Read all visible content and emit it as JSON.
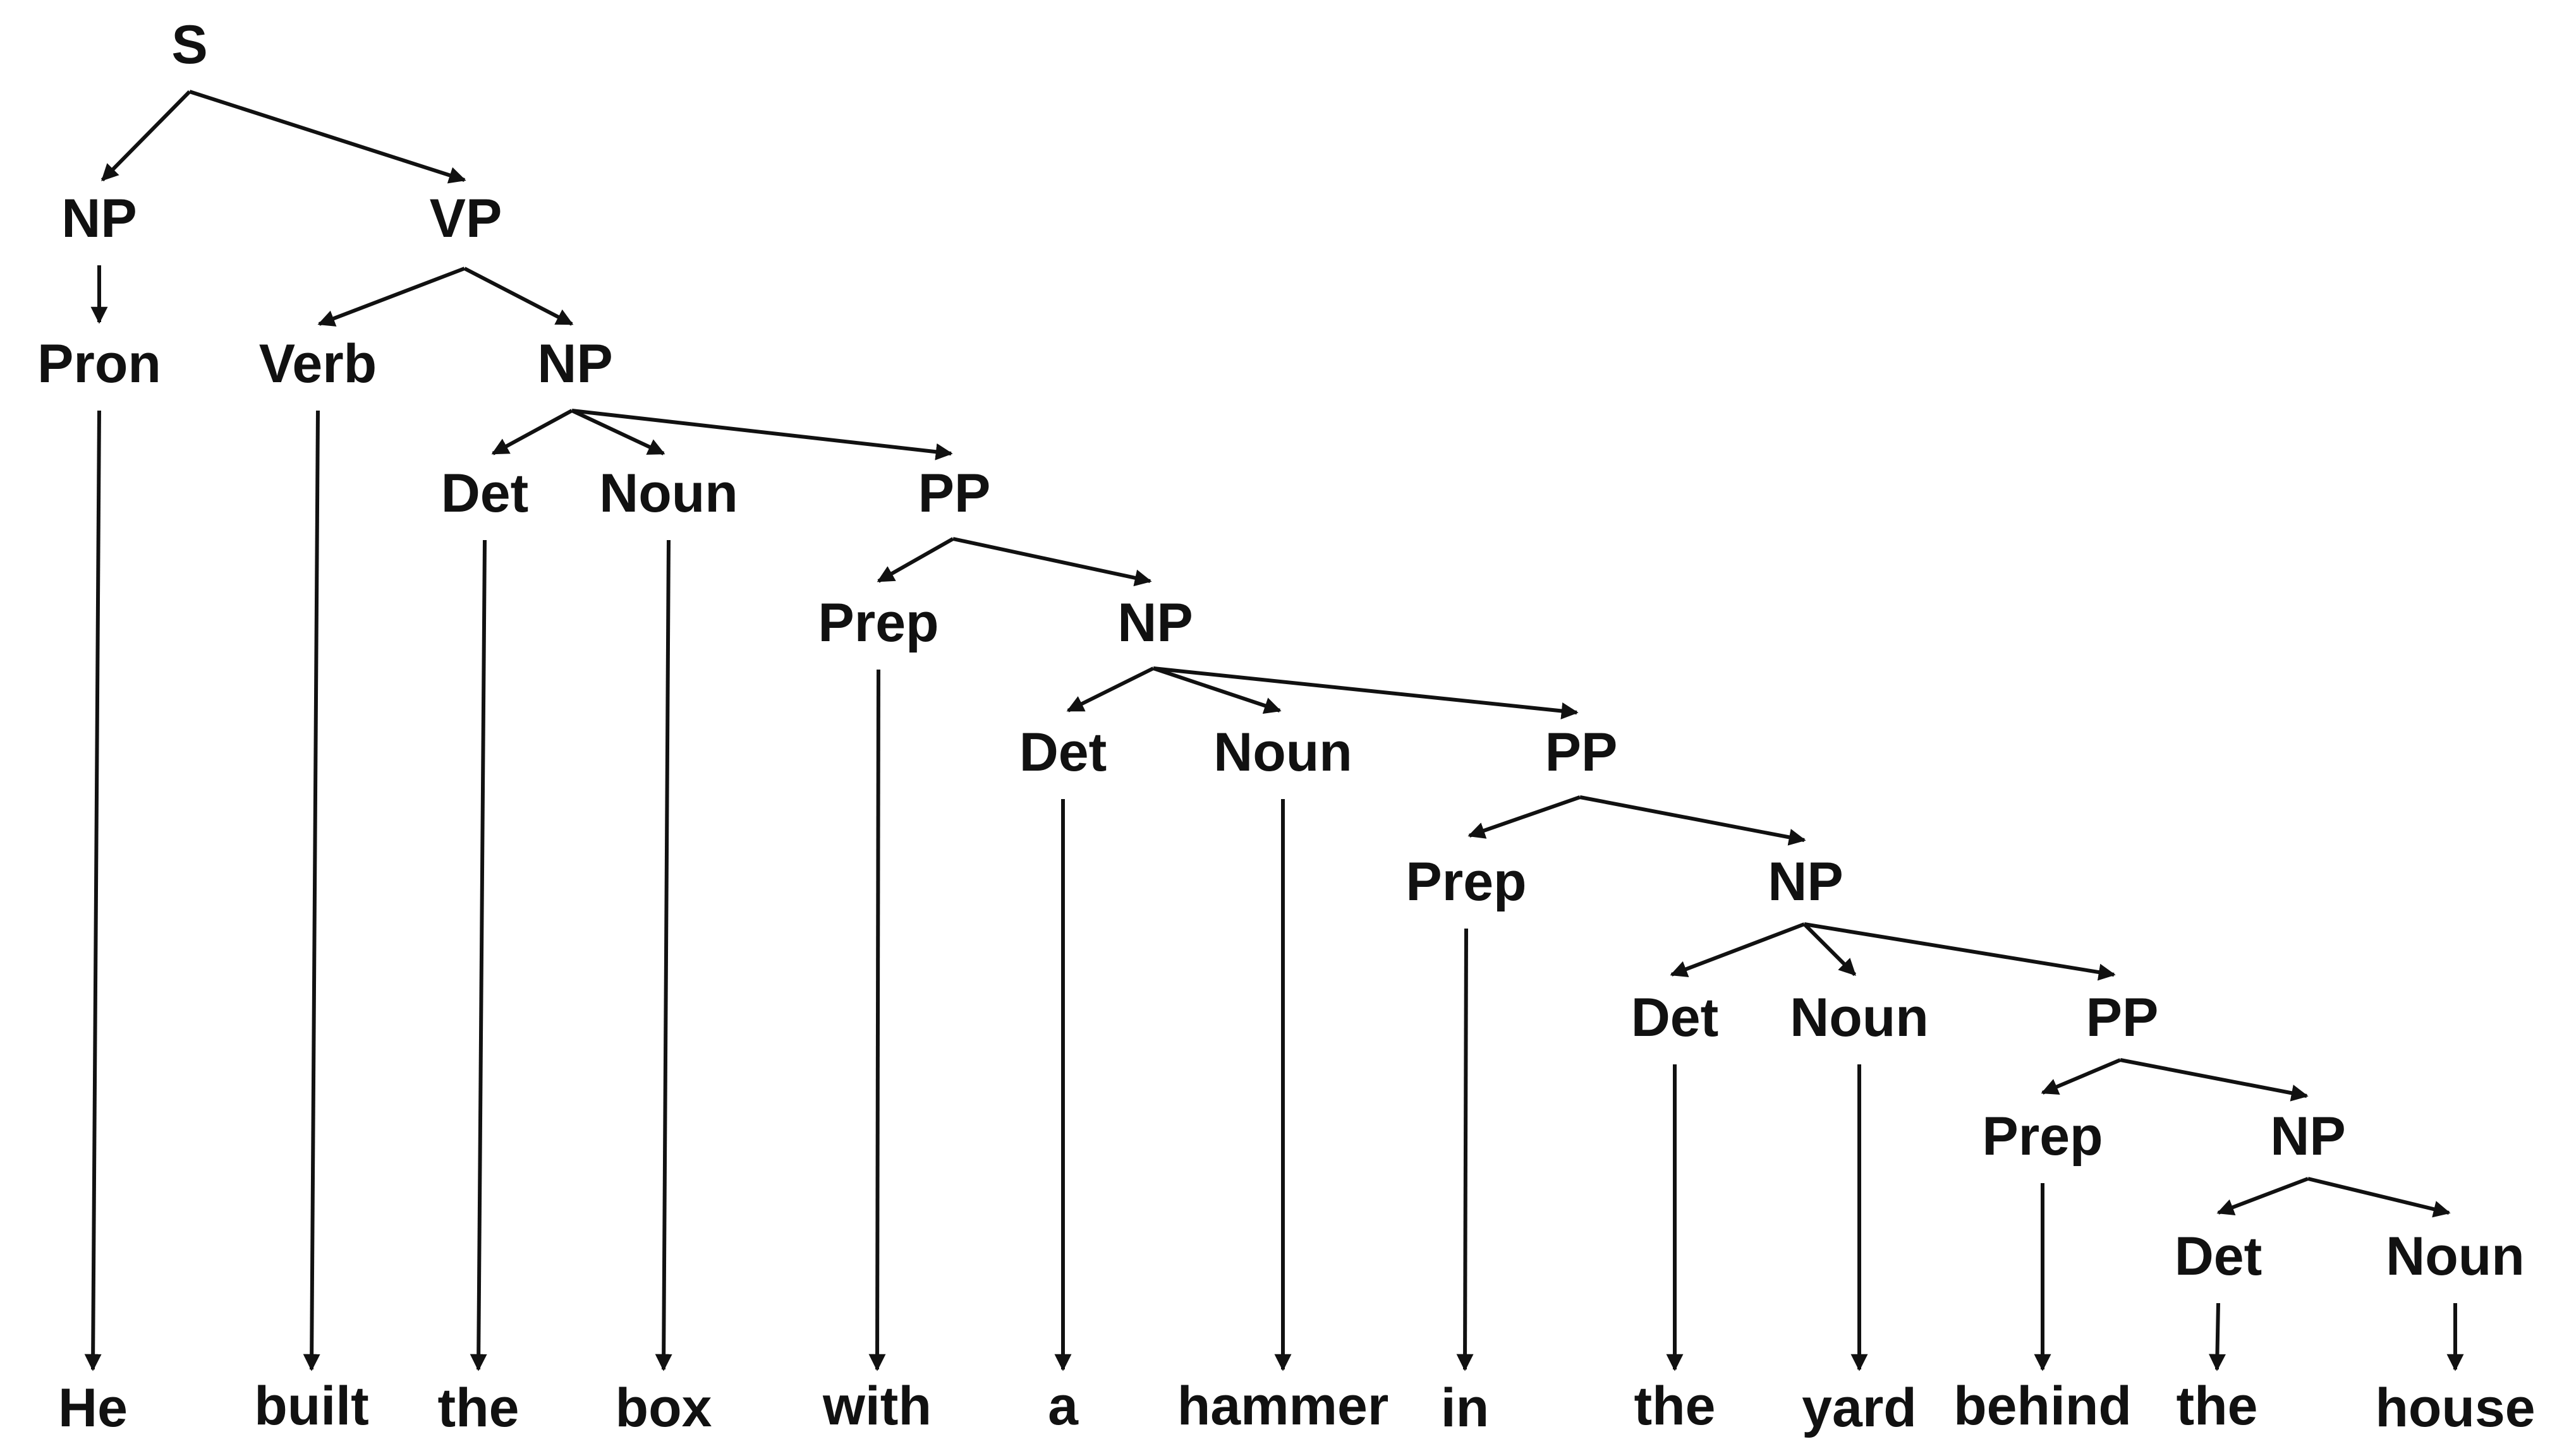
{
  "tree": {
    "nodes": {
      "S": "S",
      "NP1": "NP",
      "VP": "VP",
      "Pron": "Pron",
      "Verb": "Verb",
      "NP2": "NP",
      "Det1": "Det",
      "Noun1": "Noun",
      "PP1": "PP",
      "Prep1": "Prep",
      "NP3": "NP",
      "Det2": "Det",
      "Noun2": "Noun",
      "PP2": "PP",
      "Prep2": "Prep",
      "NP4": "NP",
      "Det3": "Det",
      "Noun3": "Noun",
      "PP3": "PP",
      "Prep3": "Prep",
      "NP5": "NP",
      "Det4": "Det",
      "Noun4": "Noun"
    },
    "words": {
      "w1": "He",
      "w2": "built",
      "w3": "the",
      "w4": "box",
      "w5": "with",
      "w6": "a",
      "w7": "hammer",
      "w8": "in",
      "w9": "the",
      "w10": "yard",
      "w11": "behind",
      "w12": "the",
      "w13": "house"
    }
  }
}
